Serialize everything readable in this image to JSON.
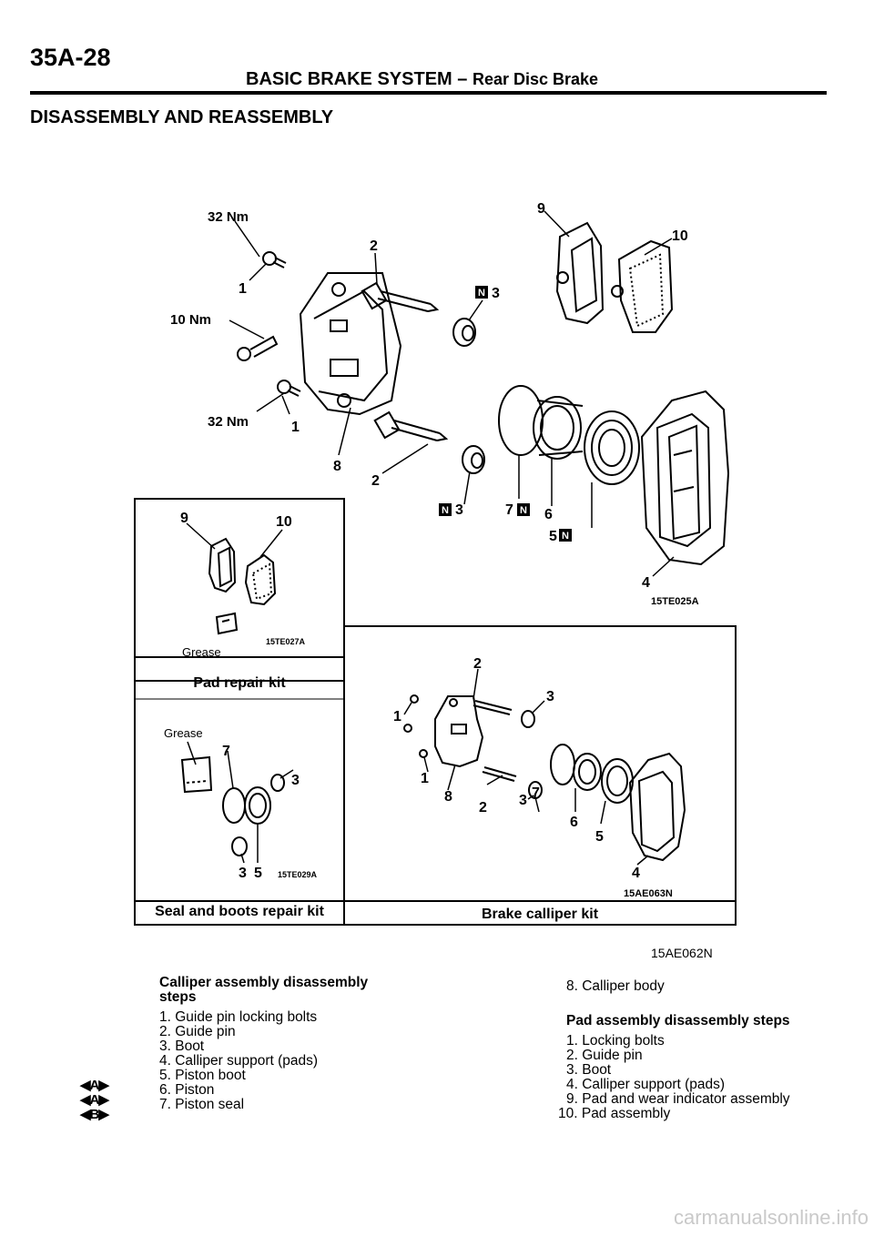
{
  "header": {
    "page_number": "35A-28",
    "title": "BASIC BRAKE SYSTEM",
    "dash": "–",
    "subtitle": "Rear Disc Brake"
  },
  "section_title": "DISASSEMBLY AND REASSEMBLY",
  "main_diagram": {
    "torque_top": "32 Nm",
    "torque_mid": "10 Nm",
    "torque_low": "32 Nm",
    "numbers": {
      "n1a": "1",
      "n1b": "1",
      "n2a": "2",
      "n2b": "2",
      "n3a": "3",
      "n3b": "3",
      "n4": "4",
      "n5": "5",
      "n6": "6",
      "n7": "7",
      "n8": "8",
      "n9": "9",
      "n10": "10"
    },
    "new_marker": "N",
    "code": "15TE025A"
  },
  "pad_kit": {
    "n9": "9",
    "n10": "10",
    "grease_label": "Grease",
    "code": "15TE027A",
    "label": "Pad repair kit"
  },
  "seal_kit": {
    "grease_label": "Grease",
    "n7": "7",
    "n3a": "3",
    "n3b": "3",
    "n5": "5",
    "code": "15TE029A",
    "label": "Seal and boots repair kit"
  },
  "calliper_kit": {
    "numbers": {
      "n1a": "1",
      "n1b": "1",
      "n2a": "2",
      "n2b": "2",
      "n3a": "3",
      "n3b": "3",
      "n4": "4",
      "n5": "5",
      "n6": "6",
      "n7": "7",
      "n8": "8"
    },
    "code": "15AE063N",
    "label": "Brake calliper kit"
  },
  "figure_code": "15AE062N",
  "calliper_steps": {
    "heading_line1": "Calliper assembly disassembly",
    "heading_line2": "steps",
    "items": [
      "1. Guide pin locking bolts",
      "2. Guide pin",
      "3. Boot",
      "4. Calliper support (pads)",
      "5. Piston boot",
      "6. Piston",
      "7. Piston seal"
    ],
    "markers": [
      "◀A▶",
      "◀A▶",
      "◀B▶"
    ]
  },
  "right_steps": {
    "first_item": "8. Calliper body",
    "heading": "Pad assembly disassembly steps",
    "items": [
      "1. Locking bolts",
      "2. Guide pin",
      "3. Boot",
      "4. Calliper support (pads)",
      "9. Pad and wear indicator assembly",
      "10. Pad assembly"
    ]
  },
  "watermark": "carmanualsonline.info"
}
